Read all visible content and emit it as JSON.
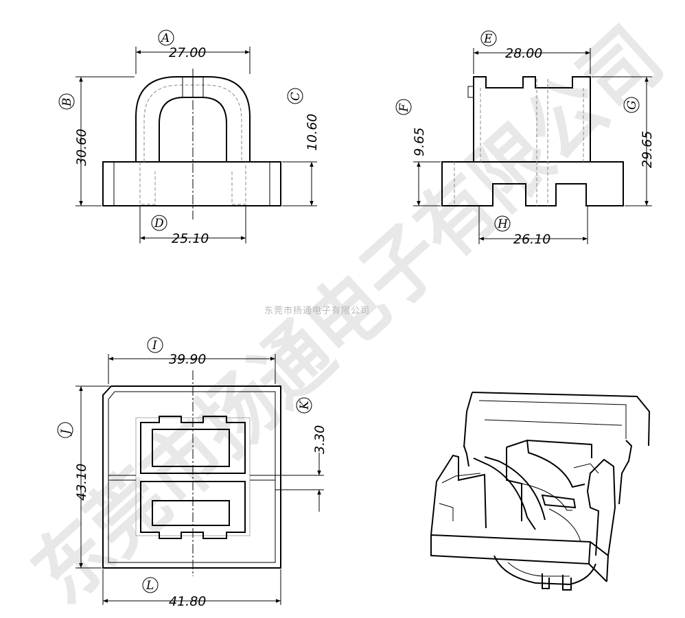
{
  "watermark": {
    "small": "东莞市扬通电子有限公司",
    "large": "东莞市扬通电子有限公司"
  },
  "front_view": {
    "width": {
      "letter": "A",
      "value": "27.00"
    },
    "height": {
      "letter": "B",
      "value": "30.60"
    },
    "base_height": {
      "letter": "C",
      "value": "10.60"
    },
    "pin_span": {
      "letter": "D",
      "value": "25.10"
    }
  },
  "side_view": {
    "width": {
      "letter": "E",
      "value": "28.00"
    },
    "base_height": {
      "letter": "F",
      "value": "9.65"
    },
    "height": {
      "letter": "G",
      "value": "29.65"
    },
    "pin_span": {
      "letter": "H",
      "value": "26.10"
    }
  },
  "top_view": {
    "width": {
      "letter": "I",
      "value": "39.90"
    },
    "depth": {
      "letter": "J",
      "value": "43.10"
    },
    "gap": {
      "letter": "K",
      "value": "3.30"
    },
    "base_width": {
      "letter": "L",
      "value": "41.80"
    }
  }
}
